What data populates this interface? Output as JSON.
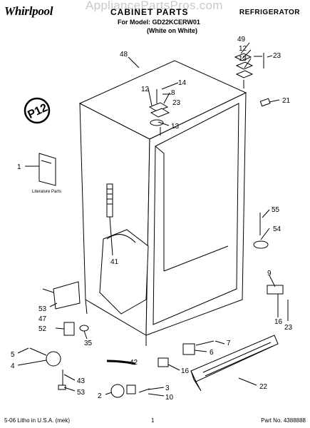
{
  "header": {
    "brand": "Whirlpool",
    "watermark": "AppliancePartsPros.com",
    "title": "CABINET PARTS",
    "model_line": "For Model: GD22KCERW01",
    "variant": "(White on White)",
    "product": "REFRIGERATOR"
  },
  "badge": {
    "text": "P12"
  },
  "literature": {
    "label": "Literature Parts"
  },
  "callouts": {
    "c48": "48",
    "c49": "49",
    "c12a": "12",
    "c13a": "13",
    "c23a": "23",
    "c14": "14",
    "c12b": "12",
    "c8": "8",
    "c23b": "23",
    "c13b": "13",
    "c21": "21",
    "c1": "1",
    "c55": "55",
    "c54": "54",
    "c41": "41",
    "c9": "9",
    "c53a": "53",
    "c47": "47",
    "c16a": "16",
    "c23c": "23",
    "c52": "52",
    "c35": "35",
    "c7": "7",
    "c6": "6",
    "c5": "5",
    "c42": "42",
    "c4": "4",
    "c16b": "16",
    "c43": "43",
    "c22": "22",
    "c53b": "53",
    "c3": "3",
    "c2": "2",
    "c10": "10"
  },
  "footer": {
    "litho": "5-06 Litho in U.S.A. (mek)",
    "page": "1",
    "part_no": "Part No. 4388888"
  },
  "colors": {
    "ink": "#000000",
    "watermark": "#c9c9c9",
    "paper": "#ffffff"
  }
}
